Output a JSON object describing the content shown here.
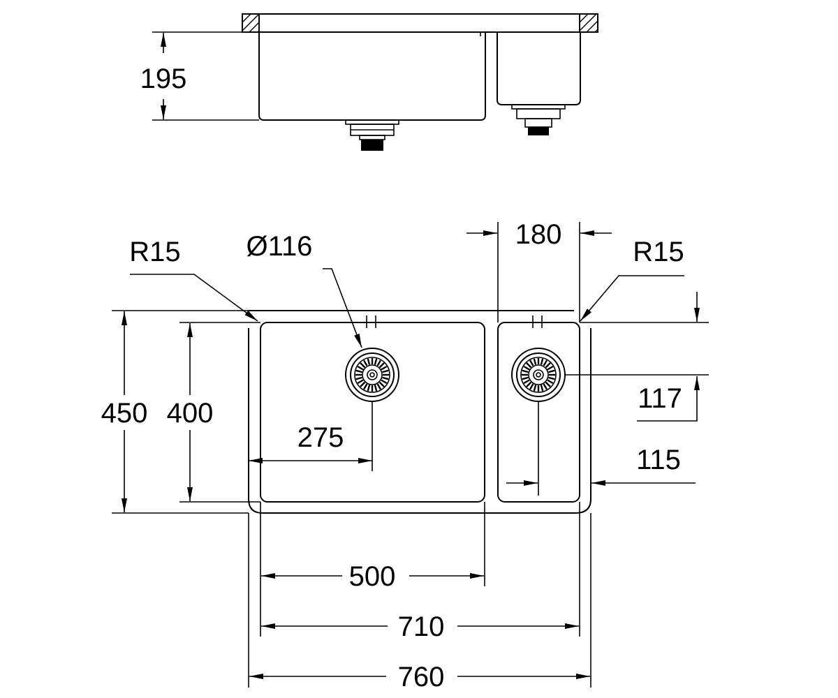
{
  "dimensions": {
    "depth": "195",
    "radius_left": "R15",
    "waste_diameter": "Ø116",
    "small_bowl_width": "180",
    "radius_right": "R15",
    "overall_depth": "450",
    "bowl_depth": "400",
    "waste_offset_large": "275",
    "waste_offset_small_y": "117",
    "waste_offset_small_x": "115",
    "large_bowl_width": "500",
    "inner_width": "710",
    "overall_width": "760"
  },
  "colors": {
    "line": "#000000",
    "background": "#ffffff"
  }
}
